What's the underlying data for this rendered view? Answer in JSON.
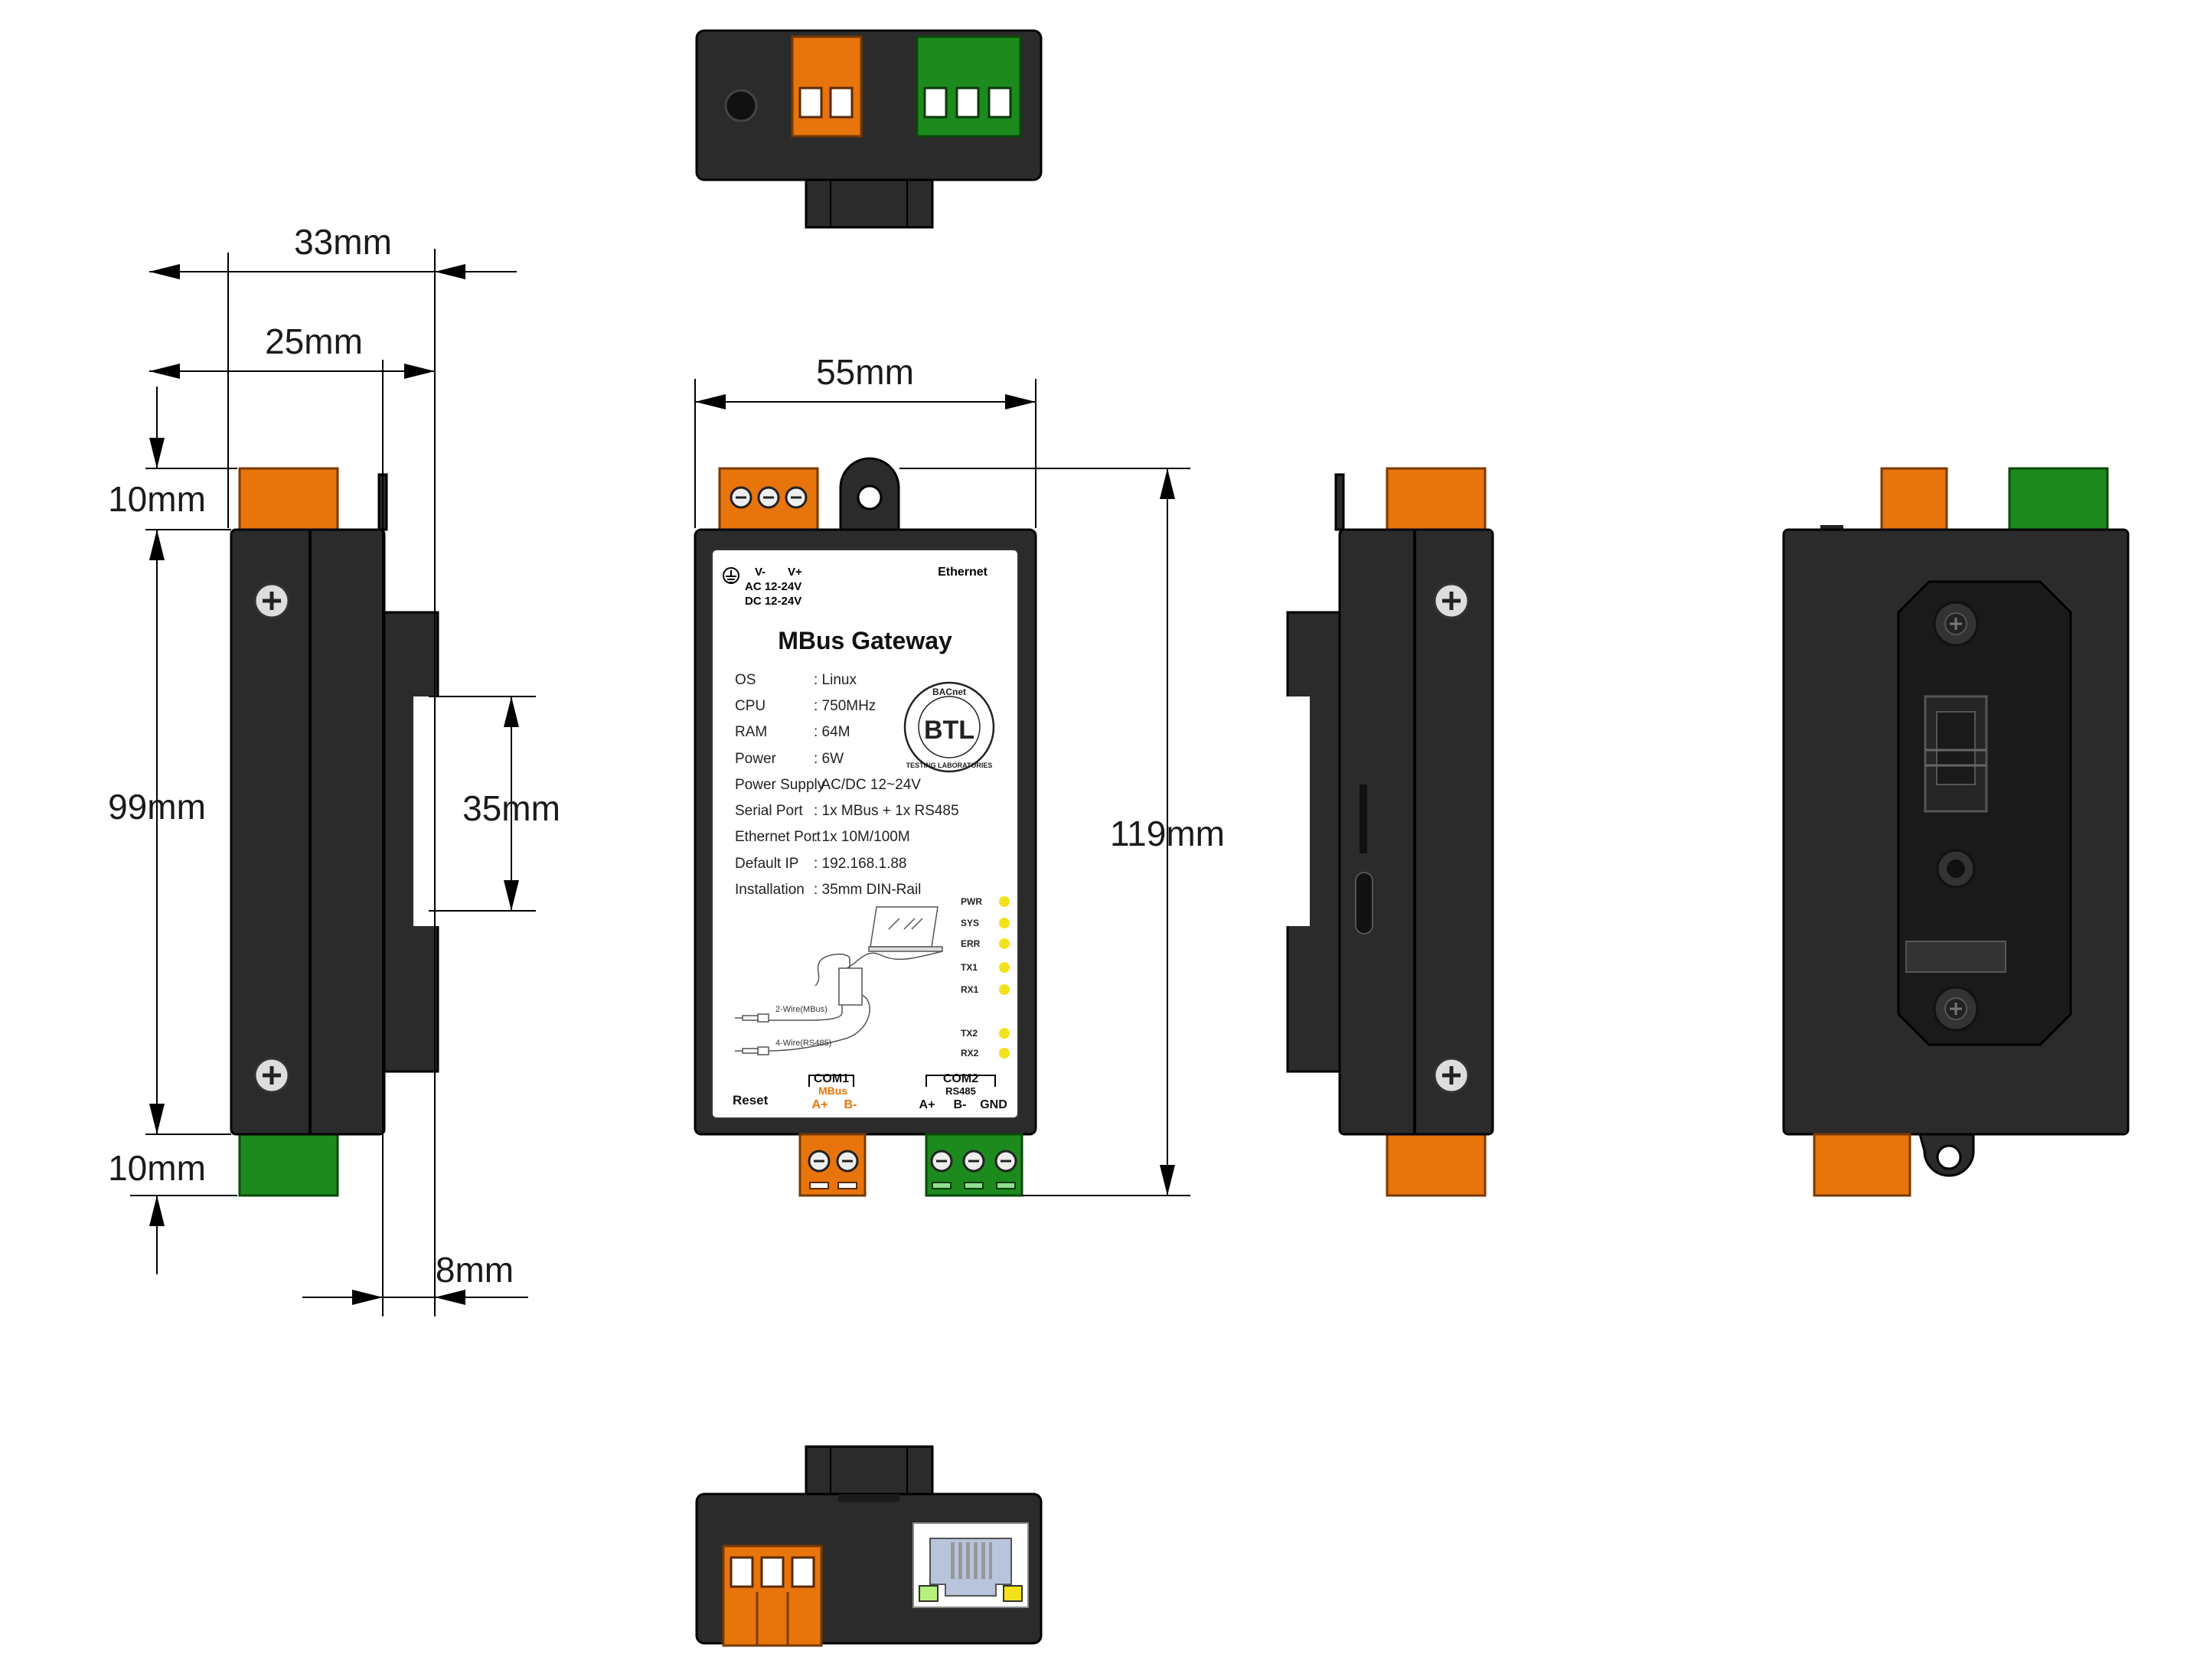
{
  "dimensions": {
    "d33": "33mm",
    "d25": "25mm",
    "d10_top": "10mm",
    "d99": "99mm",
    "d35": "35mm",
    "d10_bottom": "10mm",
    "d8": "8mm",
    "d55": "55mm",
    "d119": "119mm"
  },
  "label": {
    "power_terminal": {
      "v_minus": "V-",
      "v_plus": "V+",
      "ac": "AC 12-24V",
      "dc": "DC 12-24V"
    },
    "ethernet": "Ethernet",
    "title": "MBus Gateway",
    "specs": [
      {
        "key": "OS",
        "value": ": Linux"
      },
      {
        "key": "CPU",
        "value": ": 750MHz"
      },
      {
        "key": "RAM",
        "value": ": 64M"
      },
      {
        "key": "Power",
        "value": ": 6W"
      },
      {
        "key": "Power Supply",
        "value": ": AC/DC 12~24V"
      },
      {
        "key": "Serial Port",
        "value": ": 1x MBus + 1x RS485"
      },
      {
        "key": "Ethernet Port",
        "value": ": 1x 10M/100M"
      },
      {
        "key": "Default IP",
        "value": ": 192.168.1.88"
      },
      {
        "key": "Installation",
        "value": ": 35mm DIN-Rail"
      }
    ],
    "leds": [
      "PWR",
      "SYS",
      "ERR",
      "TX1",
      "RX1",
      "TX2",
      "RX2"
    ],
    "btl": {
      "letters": "BTL",
      "ring_top": "BACnet",
      "ring_bottom": "TESTING LABORATORIES"
    },
    "wiring": {
      "mbus": "2-Wire(MBus)",
      "rs485": "4-Wire(RS485)"
    },
    "reset": "Reset",
    "com1": {
      "name": "COM1",
      "type": "MBus",
      "a": "A+",
      "b": "B-"
    },
    "com2": {
      "name": "COM2",
      "type": "RS485",
      "a": "A+",
      "b": "B-",
      "gnd": "GND"
    }
  },
  "colors": {
    "orange": "#e8740c",
    "green": "#1d8a1d",
    "housing": "#2b2b2b",
    "led": "#f2e21a",
    "label_bg": "#ffffff"
  }
}
